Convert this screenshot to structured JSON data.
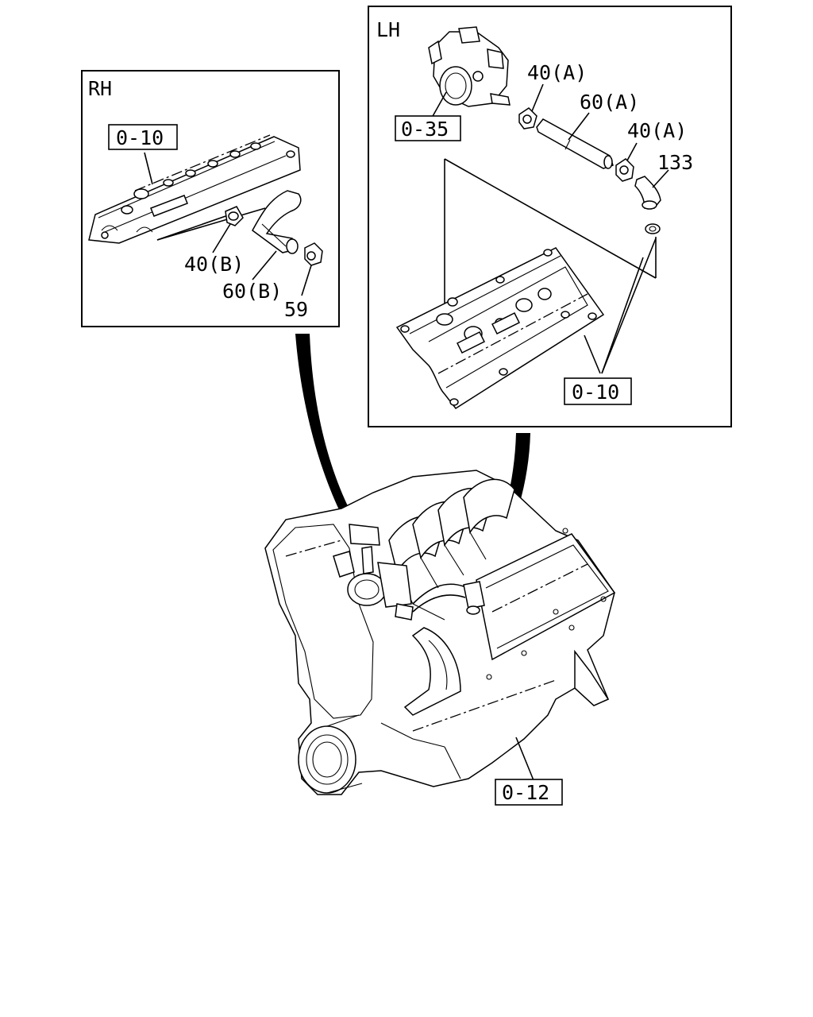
{
  "panels": {
    "rh": {
      "title": "RH"
    },
    "lh": {
      "title": "LH"
    }
  },
  "labels": {
    "rh_cover_ref": "0-10",
    "rh_clamp": "40(B)",
    "rh_hose": "60(B)",
    "rh_part_59": "59",
    "lh_throttle_ref": "0-35",
    "lh_clamp_1": "40(A)",
    "lh_hose": "60(A)",
    "lh_clamp_2": "40(A)",
    "lh_part_133": "133",
    "lh_cover_ref": "0-10",
    "engine_ref": "0-12"
  }
}
